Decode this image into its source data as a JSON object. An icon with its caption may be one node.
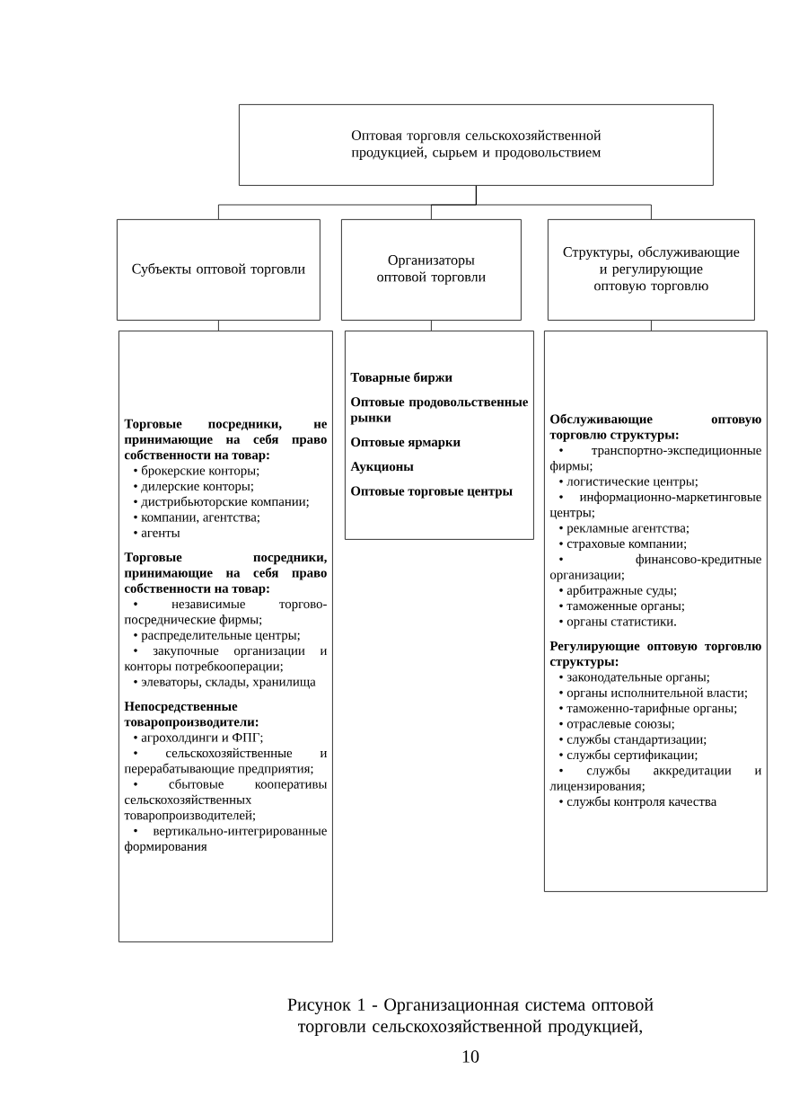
{
  "diagram": {
    "caption": "Рисунок 1 - Организационная система оптовой торговли сельскохозяйственной продукцией,",
    "nodes": [
      {
        "text": [
          "Оптовая торговля сельскохозяйственной продукцией, сырьем и продовольствием"
        ]
      },
      {
        "text": [
          "Субъекты оптовой торговли"
        ]
      },
      {
        "text": [
          "Организаторы оптовой торговли"
        ]
      },
      {
        "text": [
          "Структуры, обслуживающие и регулирующие оптовую торговлю"
        ]
      },
      {
        "text": [
          "Торговые посредники, не принимающие на себя право собственности на товар:",
          "• брокерские конторы;",
          "• дилерские конторы;",
          "• дистрибьюторские компании;",
          "• компании, агентства;",
          "• агенты",
          "Торговые посредники, принимающие на себя право собственности на товар:",
          "• независимые торгово-посреднические фирмы;",
          "• распределительные центры;",
          "• закупочные организации и конторы потребкооперации;",
          "• элеваторы, склады, хранилища",
          "Непосредственные товаропроизводители:",
          "• агрохолдинги и ФПГ;",
          "• сельскохозяйственные и перерабатывающие предприятия;",
          "• сбытовые кооперативы сельскохозяйственных товаропроизводителей;",
          "• вертикально-интегрированные формирования"
        ]
      },
      {
        "text": [
          "Товарные биржи",
          "Оптовые продовольственные рынки",
          "Оптовые ярмарки",
          "Аукционы",
          "Оптовые торговые центры"
        ]
      },
      {
        "text": [
          "Обслуживающие оптовую торговлю структуры:",
          "• транспортно-экспедиционные фирмы;",
          "• логистические центры;",
          "• информационно-маркетинговые центры;",
          "• рекламные агентства;",
          "• страховые компании;",
          "• финансово-кредитные организации;",
          "• арбитражные суды;",
          "• таможенные органы;",
          "• органы статистики.",
          "Регулирующие оптовую торговлю структуры:",
          "• законодательные органы;",
          "• органы исполнительной власти;",
          "• таможенно-тарифные органы;",
          "• отраслевые союзы;",
          "• службы стандартизации;",
          "• службы сертификации;",
          "• службы аккредитации и лицензирования;",
          "• службы контроля качества"
        ]
      }
    ],
    "edges": [
      {
        "from": 0,
        "to": 1,
        "arrow": "none"
      },
      {
        "from": 0,
        "to": 2,
        "arrow": "none"
      },
      {
        "from": 0,
        "to": 3,
        "arrow": "none"
      },
      {
        "from": 1,
        "to": 4,
        "arrow": "none"
      },
      {
        "from": 2,
        "to": 5,
        "arrow": "none"
      },
      {
        "from": 3,
        "to": 6,
        "arrow": "none"
      }
    ],
    "labels": [
      "10"
    ]
  }
}
